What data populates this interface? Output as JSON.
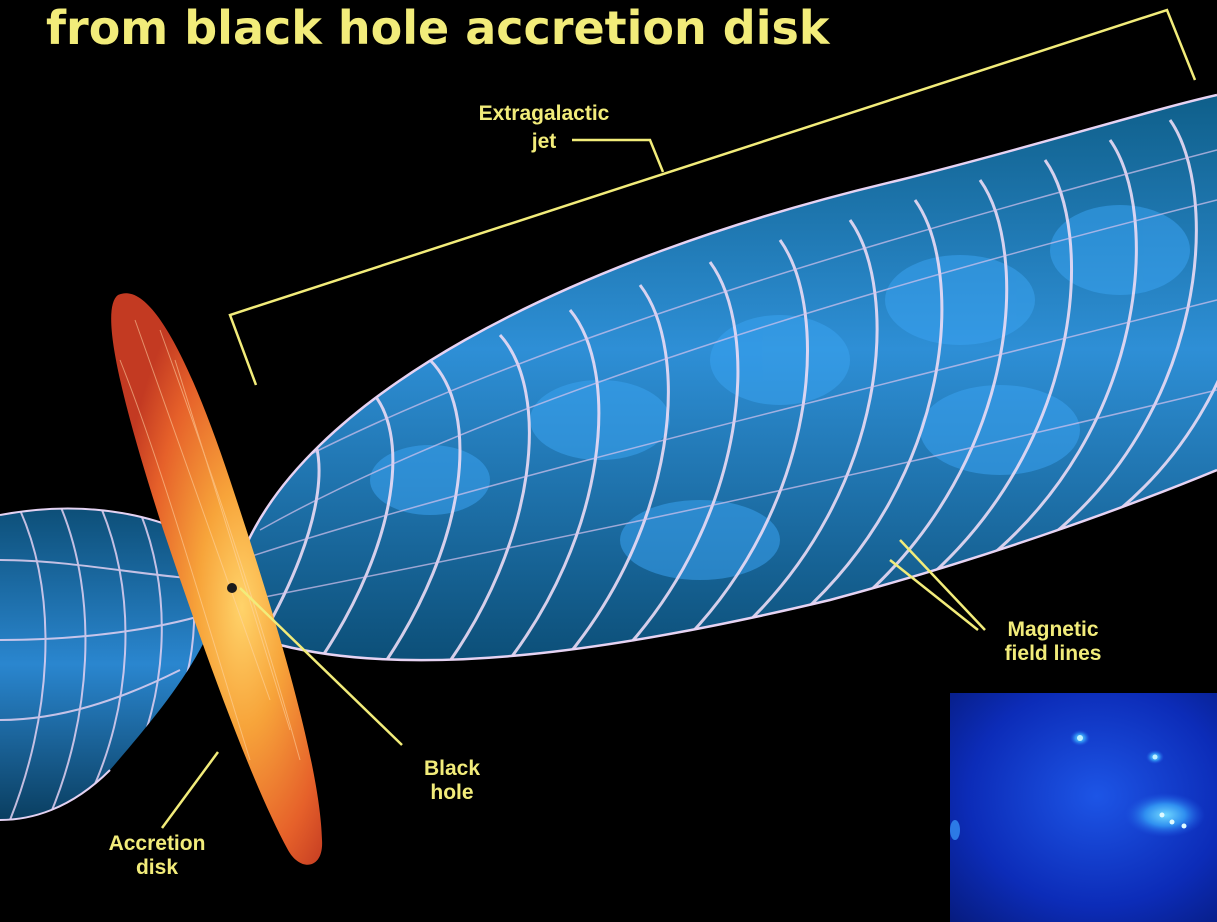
{
  "title": "from black hole accretion disk",
  "labels": {
    "jet_line1": "Extragalactic",
    "jet_line2": "jet",
    "magnetic_line1": "Magnetic",
    "magnetic_line2": "field lines",
    "blackhole_line1": "Black",
    "blackhole_line2": "hole",
    "disk_line1": "Accretion",
    "disk_line2": "disk"
  },
  "colors": {
    "background": "#000000",
    "label_yellow": "#f2ec7a",
    "jet_blue": "#2f8fd8",
    "field_lines": "#e9d8f2",
    "disk_orange": "#f07a2a"
  }
}
